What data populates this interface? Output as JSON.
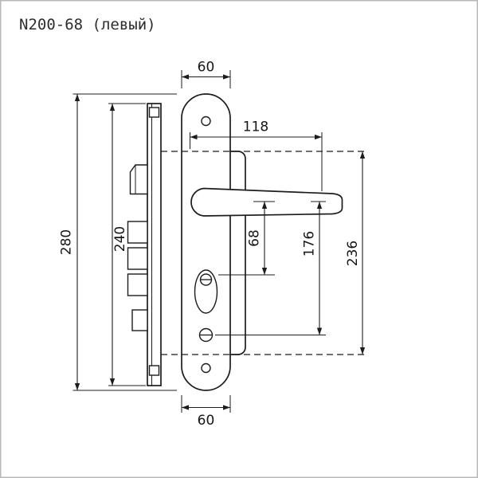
{
  "title": "N200-68 (левый)",
  "colors": {
    "line": "#1c1c1c",
    "frame": "#b8b8b8",
    "background": "#ffffff"
  },
  "drawing": {
    "dims": {
      "plate_width_top": "60",
      "handle_length": "118",
      "overall_height": "280",
      "faceplate_height": "240",
      "handle_to_cylinder": "68",
      "handle_to_screw": "176",
      "screw_spacing": "236",
      "plate_width_bottom": "60"
    }
  }
}
